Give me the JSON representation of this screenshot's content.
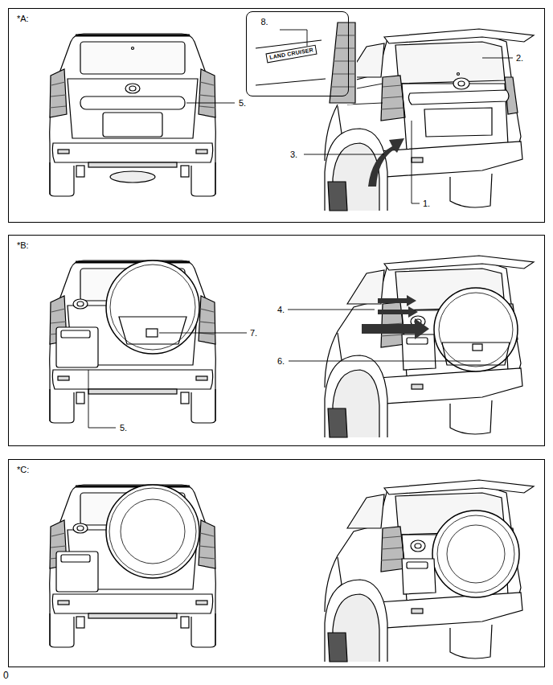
{
  "diagram": {
    "nodes": [
      {
        "text": [
          "*A:"
        ]
      },
      {
        "text": [
          "8.",
          "LAND CRUISER"
        ],
        "in": 0
      },
      {
        "text": [
          "*B:"
        ]
      },
      {
        "text": [
          "*C:"
        ]
      }
    ],
    "labels": [
      "5.",
      "2.",
      "3.",
      "1.",
      "7.",
      "4.",
      "6.",
      "5.",
      "0"
    ]
  }
}
